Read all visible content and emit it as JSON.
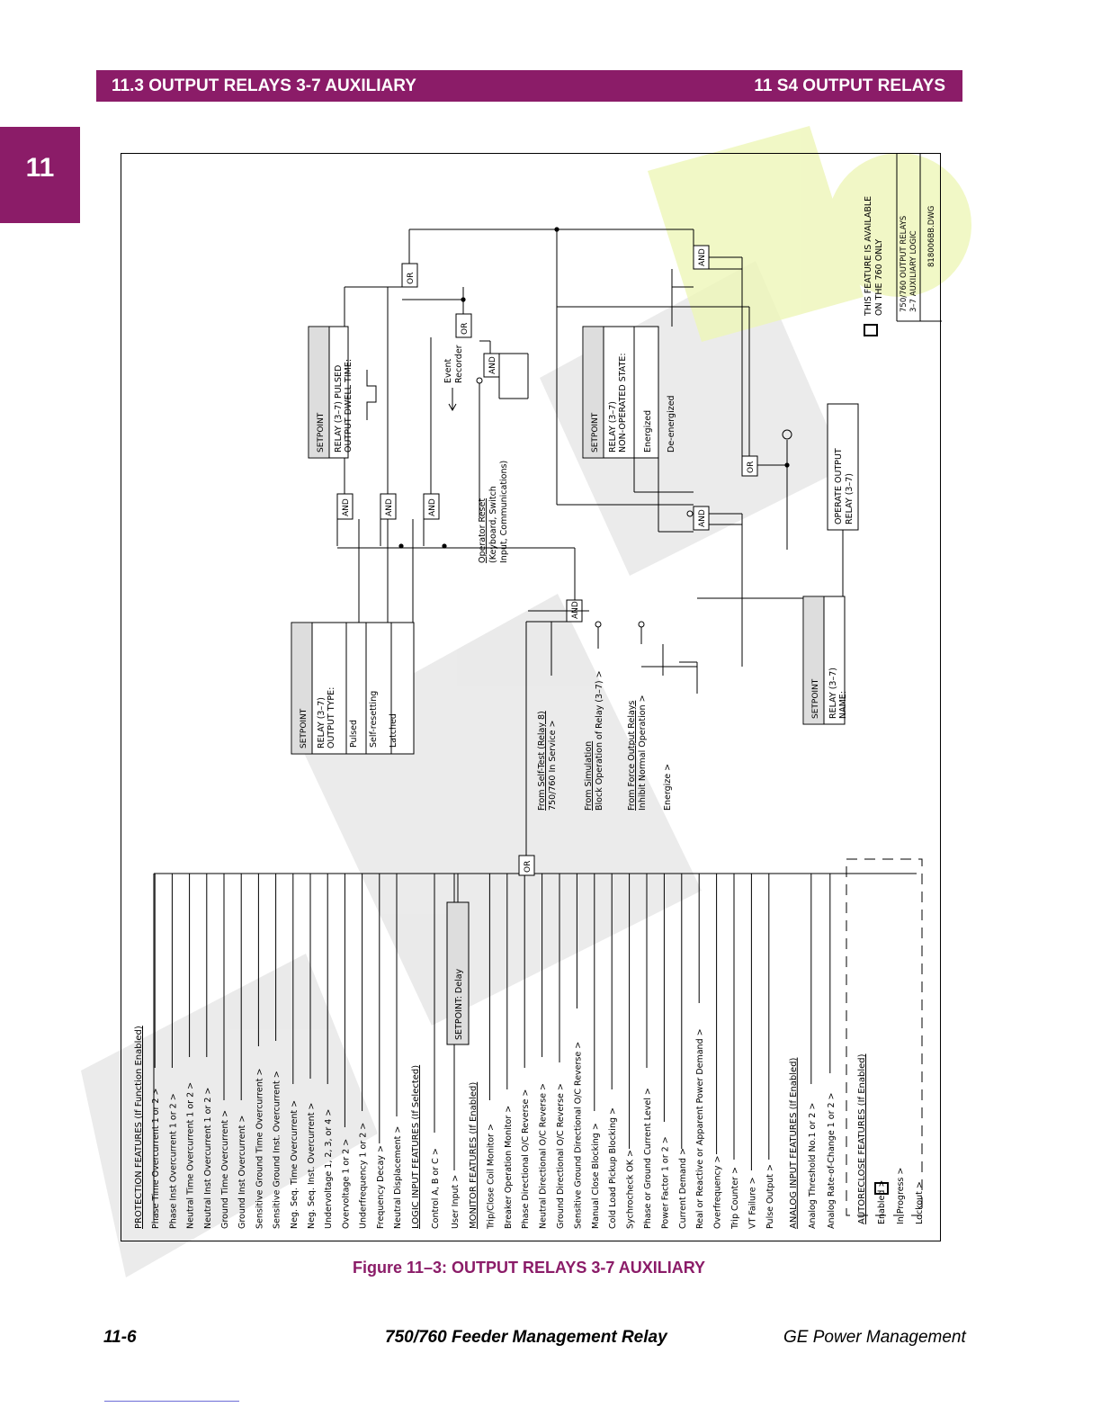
{
  "header": {
    "left": "11.3 OUTPUT RELAYS 3-7 AUXILIARY",
    "right": "11 S4 OUTPUT RELAYS"
  },
  "section_tab": "11",
  "caption": "Figure 11–3: OUTPUT RELAYS 3-7 AUXILIARY",
  "footer": {
    "page": "11-6",
    "title": "750/760 Feeder Management Relay",
    "company": "GE Power Management"
  },
  "diagram": {
    "title_block": {
      "note": [
        "THIS FEATURE IS AVAILABLE",
        "ON THE 760 ONLY"
      ],
      "name": [
        "750/760 OUTPUT RELAYS",
        "3–7 AUXILIARY LOGIC"
      ],
      "dwg": "818006BB.DWG"
    },
    "protection": {
      "header": "PROTECTION FEATURES (If Function Enabled)",
      "items": [
        "Phase Time Overcurrent 1 or 2",
        "Phase Inst Overcurrent 1 or 2",
        "Neutral Time Overcurrent 1 or 2",
        "Neutral Inst Overcurrent 1 or 2",
        "Ground Time Overcurrent",
        "Ground Inst Overcurrent",
        "Sensitive Ground Time Overcurrent",
        "Sensitive Ground Inst. Overcurrent",
        "Neg. Seq. Time Overcurrent",
        "Neg. Seq. Inst. Overcurrent",
        "Undervoltage 1, 2, 3, or 4",
        "Overvoltage 1 or 2",
        "Underfrequency 1 or 2",
        "Frequency Decay",
        "Neutral Displacement"
      ]
    },
    "logic_input": {
      "header": "LOGIC INPUT FEATURES (If Selected)",
      "items": [
        "Control A, B or C",
        "User Input"
      ]
    },
    "monitor": {
      "header": "MONITOR FEATURES (If Enabled)",
      "items": [
        "Trip/Close Coil Monitor",
        "Breaker Operation Monitor",
        "Phase Directional O/C Reverse",
        "Neutral Directional O/C Reverse",
        "Ground Directional O/C Reverse",
        "Sensitive Ground Directional O/C Reverse",
        "Manual Close Blocking",
        "Cold Load Pickup Blocking",
        "Sychrocheck OK",
        "Phase or Ground Current Level",
        "Power Factor 1 or 2",
        "Current Demand",
        "Real or Reactive or Apparent Power Demand",
        "Overfrequency",
        "Trip Counter",
        "VT Failure",
        "Pulse Output"
      ]
    },
    "analog": {
      "header": "ANALOG INPUT FEATURES (If Enabled)",
      "items": [
        "Analog Threshold No.1 or 2",
        "Analog Rate-of-Change 1 or 2"
      ]
    },
    "autoreclose": {
      "header": "AUTORECLOSE FEATURES (If Enabled)",
      "items": [
        "Enabled",
        "In Progress",
        "Lockout"
      ]
    },
    "setpoint_delay": "SETPOINT: Delay",
    "inputs_mid": [
      {
        "title": "From Self-Test (Relay 8)",
        "sub": "750/760 In Service"
      },
      {
        "title": "From Simulation",
        "sub": "Block Operation of Relay (3–7)"
      },
      {
        "title": "From Force Output Relays",
        "sub": "Inhibit Normal Operation"
      },
      {
        "title": "",
        "sub": "Energize"
      }
    ],
    "sp_output_type": {
      "label": "SETPOINT",
      "title": [
        "RELAY (3–7)",
        "OUTPUT TYPE:"
      ],
      "options": [
        "Pulsed",
        "Self-resetting",
        "Latched"
      ]
    },
    "sp_pulsed": {
      "label": "SETPOINT",
      "title": [
        "RELAY (3–7) PULSED",
        "OUTPUT DWELL TIME:"
      ]
    },
    "sp_nonop": {
      "label": "SETPOINT",
      "title": [
        "RELAY (3–7)",
        "NON-OPERATED STATE:"
      ],
      "options": [
        "Energized",
        "De-energized"
      ]
    },
    "sp_name": {
      "label": "SETPOINT",
      "title": [
        "RELAY (3–7)",
        "NAME:"
      ]
    },
    "operator_reset": {
      "title": "Operator Reset",
      "sub": [
        "(Keyboard, Switch",
        "Input, Communications)"
      ]
    },
    "event_recorder": [
      "Event",
      "Recorder"
    ],
    "operate_output": [
      "OPERATE OUTPUT",
      "RELAY (3–7)"
    ],
    "gates": {
      "or": "OR",
      "and": "AND"
    }
  }
}
